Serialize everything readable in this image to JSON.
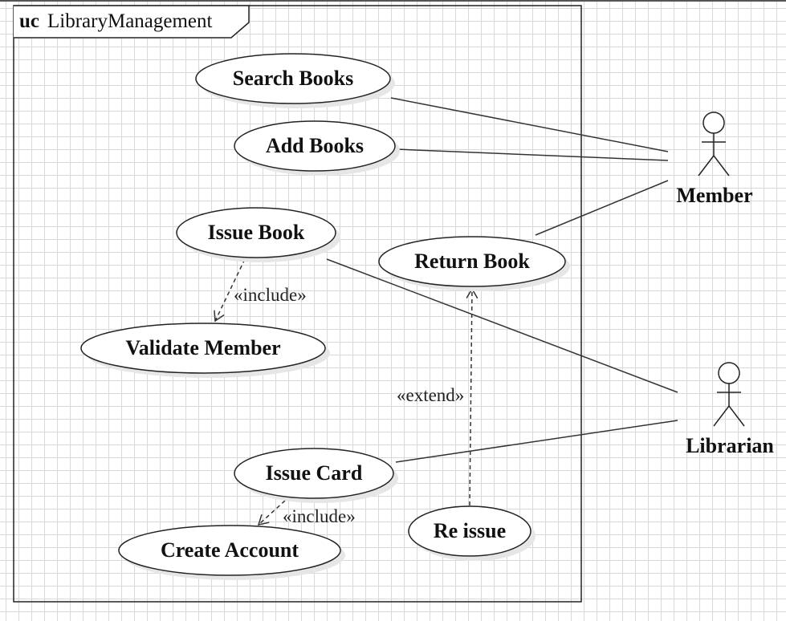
{
  "frame": {
    "keyword": "uc",
    "name": "LibraryManagement"
  },
  "use_cases": {
    "search_books": "Search Books",
    "add_books": "Add Books",
    "issue_book": "Issue Book",
    "return_book": "Return Book",
    "validate_member": "Validate Member",
    "issue_card": "Issue Card",
    "create_account": "Create Account",
    "re_issue": "Re issue"
  },
  "actors": {
    "member": "Member",
    "librarian": "Librarian"
  },
  "relations": {
    "include_1": "«include»",
    "include_2": "«include»",
    "extend_1": "«extend»"
  },
  "colors": {
    "line": "#333333",
    "shadow": "#e6e6e6",
    "grid": "#d9d9d9"
  }
}
